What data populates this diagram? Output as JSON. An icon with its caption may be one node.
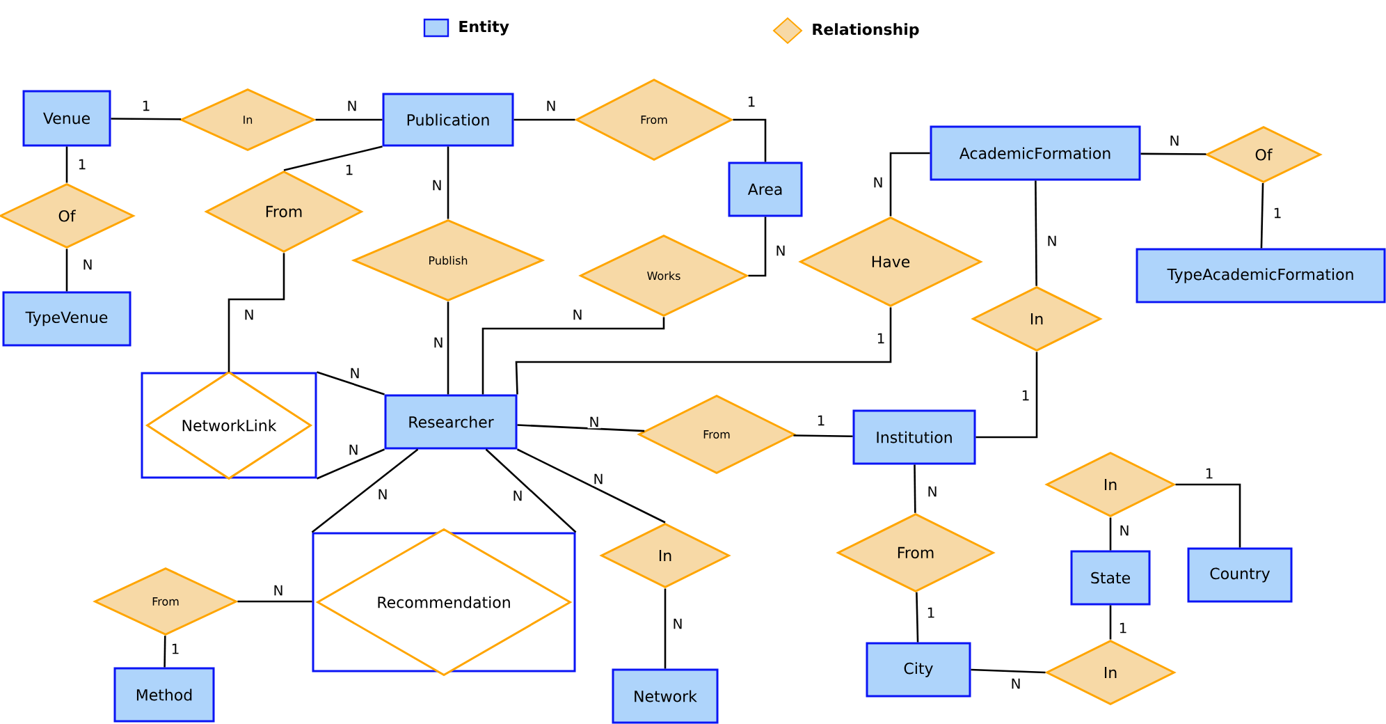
{
  "diagram": {
    "nodes": [
      {
        "text": [
          "Venue"
        ]
      },
      {
        "text": [
          "In"
        ]
      },
      {
        "text": [
          "Publication"
        ]
      },
      {
        "text": [
          "From"
        ]
      },
      {
        "text": [
          "Area"
        ]
      },
      {
        "text": [
          "AcademicFormation"
        ]
      },
      {
        "text": [
          "Of"
        ]
      },
      {
        "text": [
          "Of"
        ]
      },
      {
        "text": [
          "From"
        ]
      },
      {
        "text": [
          "Publish"
        ]
      },
      {
        "text": [
          "Works"
        ]
      },
      {
        "text": [
          "Have"
        ]
      },
      {
        "text": [
          "TypeAcademicFormation"
        ]
      },
      {
        "text": [
          "TypeVenue"
        ]
      },
      {
        "text": [
          "In"
        ]
      },
      {
        "text": [],
        "shape": "box"
      },
      {
        "text": [
          "NetworkLink"
        ],
        "in": 15
      },
      {
        "text": [
          "Researcher"
        ]
      },
      {
        "text": [
          "From"
        ]
      },
      {
        "text": [
          "Institution"
        ]
      },
      {
        "text": [
          "In"
        ]
      },
      {
        "text": [
          "Country"
        ]
      },
      {
        "text": [
          "State"
        ]
      },
      {
        "text": [],
        "shape": "box"
      },
      {
        "text": [
          "Recommendation"
        ],
        "in": 23
      },
      {
        "text": [
          "From"
        ]
      },
      {
        "text": [
          "In"
        ]
      },
      {
        "text": [
          "From"
        ]
      },
      {
        "text": [
          "Method"
        ]
      },
      {
        "text": [
          "Network"
        ]
      },
      {
        "text": [
          "City"
        ]
      },
      {
        "text": [
          "In"
        ]
      }
    ],
    "edges": [
      {
        "from": 0,
        "to": 1,
        "arrow": "none",
        "label": "1"
      },
      {
        "from": 1,
        "to": 2,
        "arrow": "none",
        "label": "N"
      },
      {
        "from": 2,
        "to": 3,
        "arrow": "none",
        "label": "N"
      },
      {
        "from": 3,
        "to": 4,
        "arrow": "none",
        "label": "1"
      },
      {
        "from": 0,
        "to": 7,
        "arrow": "none",
        "label": "1"
      },
      {
        "from": 7,
        "to": 13,
        "arrow": "none",
        "label": "N"
      },
      {
        "from": 2,
        "to": 8,
        "arrow": "none",
        "label": "1"
      },
      {
        "from": 8,
        "to": 15,
        "arrow": "none",
        "label": "N"
      },
      {
        "from": 2,
        "to": 9,
        "arrow": "none",
        "label": "N"
      },
      {
        "from": 9,
        "to": 17,
        "arrow": "none",
        "label": "N"
      },
      {
        "from": 4,
        "to": 10,
        "arrow": "none",
        "label": "N"
      },
      {
        "from": 10,
        "to": 17,
        "arrow": "none",
        "label": "N"
      },
      {
        "from": 5,
        "to": 11,
        "arrow": "none",
        "label": "N"
      },
      {
        "from": 11,
        "to": 17,
        "arrow": "none",
        "label": "1"
      },
      {
        "from": 5,
        "to": 6,
        "arrow": "none",
        "label": "N"
      },
      {
        "from": 6,
        "to": 12,
        "arrow": "none",
        "label": "1"
      },
      {
        "from": 5,
        "to": 14,
        "arrow": "none",
        "label": "N"
      },
      {
        "from": 14,
        "to": 19,
        "arrow": "none",
        "label": "1"
      },
      {
        "from": 15,
        "to": 17,
        "arrow": "none",
        "label": "N"
      },
      {
        "from": 15,
        "to": 17,
        "arrow": "none",
        "label": "N"
      },
      {
        "from": 17,
        "to": 18,
        "arrow": "none",
        "label": "N"
      },
      {
        "from": 18,
        "to": 19,
        "arrow": "none",
        "label": "1"
      },
      {
        "from": 17,
        "to": 23,
        "arrow": "none",
        "label": "N"
      },
      {
        "from": 17,
        "to": 23,
        "arrow": "none",
        "label": "N"
      },
      {
        "from": 17,
        "to": 26,
        "arrow": "none",
        "label": "N"
      },
      {
        "from": 26,
        "to": 29,
        "arrow": "none",
        "label": "N"
      },
      {
        "from": 19,
        "to": 27,
        "arrow": "none",
        "label": "N"
      },
      {
        "from": 27,
        "to": 30,
        "arrow": "none",
        "label": "1"
      },
      {
        "from": 20,
        "to": 22,
        "arrow": "none",
        "label": "N"
      },
      {
        "from": 20,
        "to": 21,
        "arrow": "none",
        "label": "1"
      },
      {
        "from": 22,
        "to": 31,
        "arrow": "none",
        "label": "1"
      },
      {
        "from": 30,
        "to": 31,
        "arrow": "none",
        "label": "N"
      },
      {
        "from": 25,
        "to": 23,
        "arrow": "none",
        "label": "N"
      },
      {
        "from": 25,
        "to": 28,
        "arrow": "none",
        "label": "1"
      }
    ],
    "legend": [
      {
        "text": "Entity",
        "color": "#aed4fb"
      },
      {
        "text": "Relationship",
        "color": "#f7d9a6"
      }
    ]
  }
}
